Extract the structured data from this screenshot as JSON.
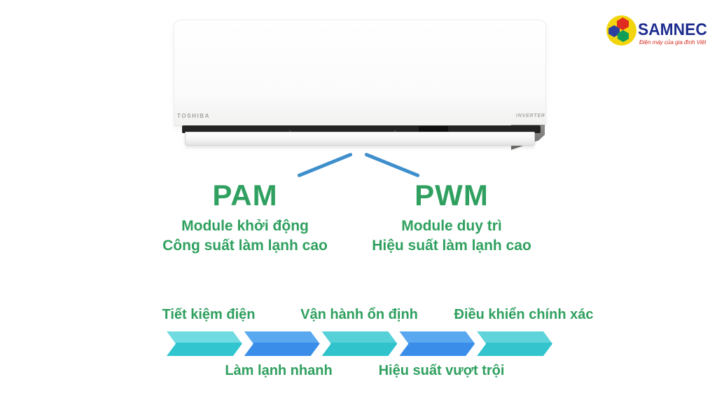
{
  "logo": {
    "brand": "SAMNEC",
    "tagline": "Điện máy của gia đình Việt"
  },
  "unit": {
    "brand_label": "TOSHIBA",
    "badge_label": "INVERTER"
  },
  "modules": {
    "left": {
      "title": "PAM",
      "line1": "Module khởi động",
      "line2": "Công suất làm lạnh cao"
    },
    "right": {
      "title": "PWM",
      "line1": "Module duy trì",
      "line2": "Hiệu suất làm lạnh cao"
    }
  },
  "banner": {
    "top_labels": [
      "Tiết kiệm điện",
      "Vận hành ổn định",
      "Điều khiển chính xác"
    ],
    "bottom_labels": [
      "Làm lạnh nhanh",
      "Hiệu suất vượt trội"
    ],
    "segments": [
      {
        "top": "#70dbe0",
        "bottom": "#30c5cf"
      },
      {
        "top": "#5aa8f0",
        "bottom": "#3a8ee9"
      },
      {
        "top": "#56d1d8",
        "bottom": "#31c3cc"
      },
      {
        "top": "#5aa8f0",
        "bottom": "#3a8ee9"
      },
      {
        "top": "#5fd4da",
        "bottom": "#34c4cd"
      }
    ]
  },
  "colors": {
    "green": "#2fa05f",
    "line_blue": "#3e8fcc",
    "brand_navy": "#1e2d8f",
    "tagline_red": "#d42a1f",
    "circle_yellow": "#f2d50e",
    "hex_red": "#e02b20",
    "hex_blue": "#2b3f9e",
    "hex_green": "#0f9d58"
  }
}
